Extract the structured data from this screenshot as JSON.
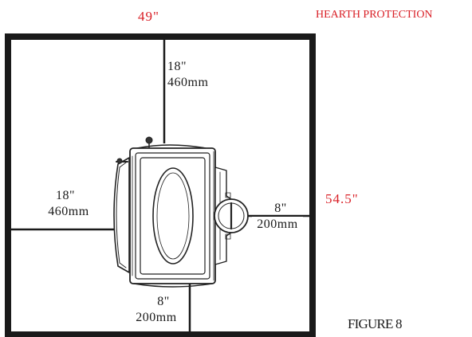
{
  "header": {
    "width_label": "49\"",
    "title": "HEARTH PROTECTION"
  },
  "side": {
    "depth_label": "54.5\""
  },
  "figure_label": "FIGURE 8",
  "clearances": {
    "rear": {
      "imperial": "18\"",
      "metric": "460mm"
    },
    "left": {
      "imperial": "18\"",
      "metric": "460mm"
    },
    "right": {
      "imperial": "8\"",
      "metric": "200mm"
    },
    "front": {
      "imperial": "8\"",
      "metric": "200mm"
    }
  },
  "colors": {
    "annotation_red": "#d91f26",
    "line_black": "#1a1a1a"
  }
}
